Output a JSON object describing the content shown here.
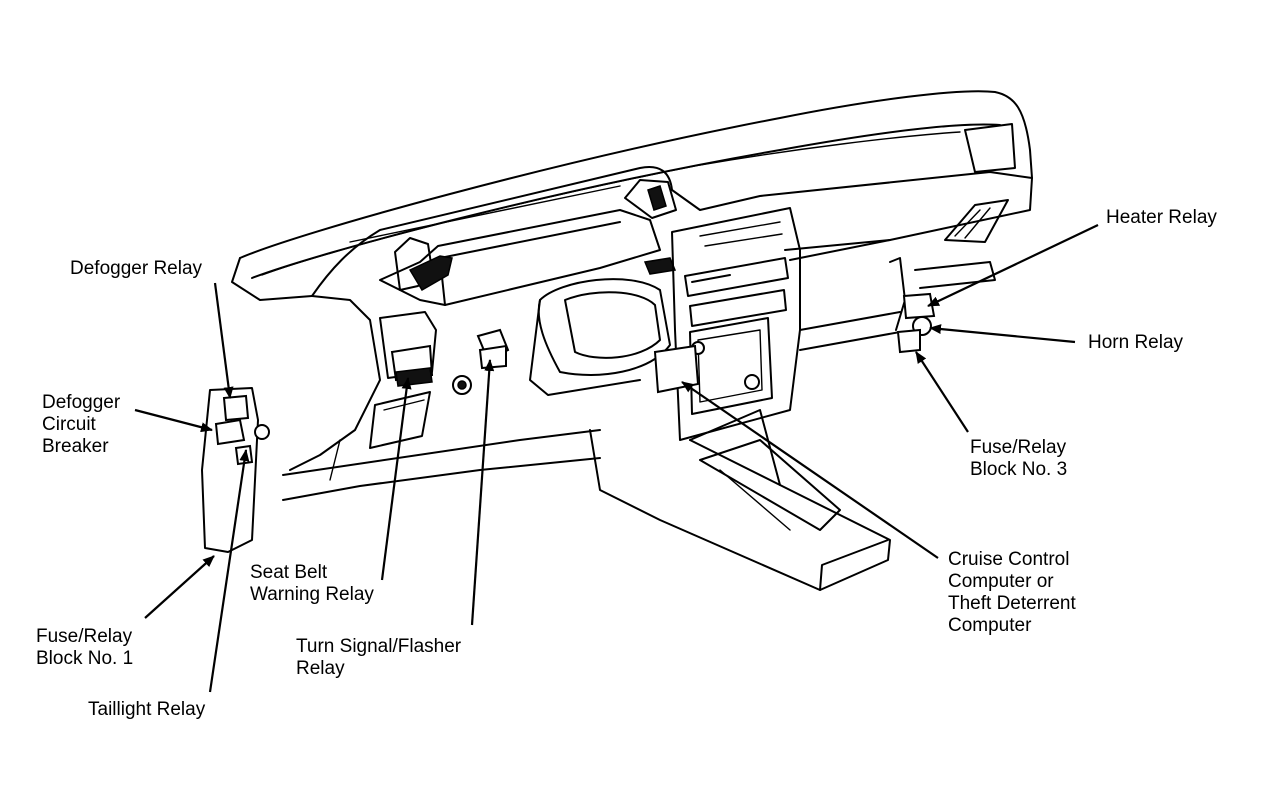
{
  "labels": {
    "defogger_relay": [
      "Defogger Relay"
    ],
    "defogger_circuit_breaker": [
      "Defogger",
      "Circuit",
      "Breaker"
    ],
    "fuse_relay_block_1": [
      "Fuse/Relay",
      "Block No. 1"
    ],
    "taillight_relay": [
      "Taillight Relay"
    ],
    "seat_belt_warning_relay": [
      "Seat Belt",
      "Warning Relay"
    ],
    "turn_signal_flasher_relay": [
      "Turn Signal/Flasher",
      "Relay"
    ],
    "heater_relay": [
      "Heater Relay"
    ],
    "horn_relay": [
      "Horn Relay"
    ],
    "fuse_relay_block_3": [
      "Fuse/Relay",
      "Block No. 3"
    ],
    "cruise_control_computer": [
      "Cruise Control",
      "Computer or",
      "Theft Deterrent",
      "Computer"
    ]
  }
}
